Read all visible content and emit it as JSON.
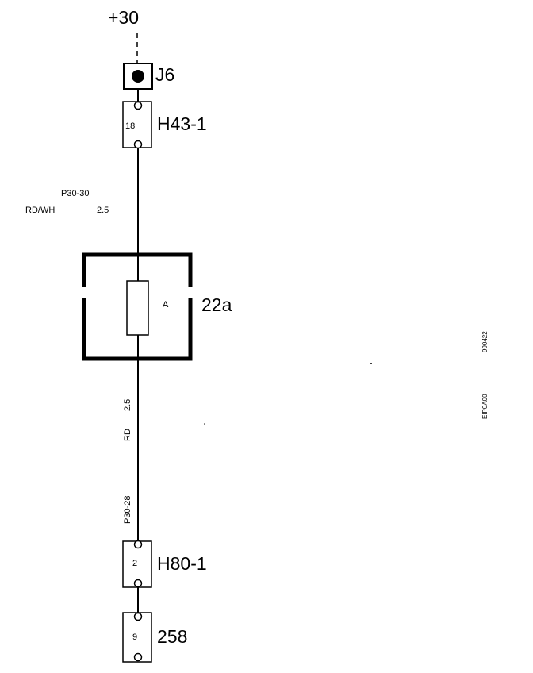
{
  "supply": {
    "label": "+30"
  },
  "splice": {
    "label": "J6"
  },
  "connector_top": {
    "label": "H43-1",
    "pin": "18"
  },
  "wire_top": {
    "circuit": "P30-30",
    "color": "RD/WH",
    "size": "2.5"
  },
  "fuse_box": {
    "label": "22a",
    "fuse_label": "A"
  },
  "wire_bottom": {
    "circuit": "P30-28",
    "color": "RD",
    "size": "2.5"
  },
  "connector_mid": {
    "label": "H80-1",
    "pin": "2"
  },
  "connector_bottom": {
    "label": "258",
    "pin": "9"
  },
  "margin_codes": {
    "date": "990422",
    "ref": "EIP0A00"
  }
}
